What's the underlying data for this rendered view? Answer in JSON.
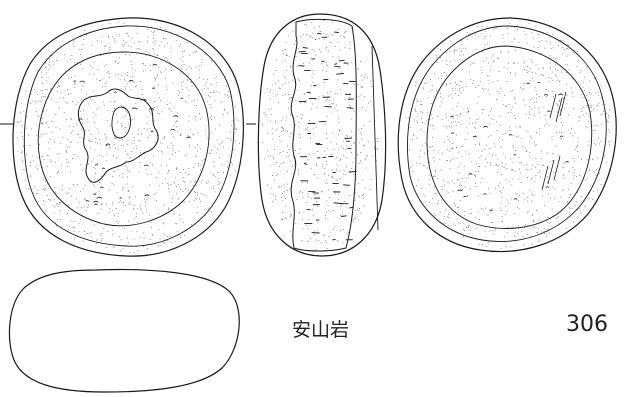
{
  "labels": {
    "material": "安山岩",
    "catalog_number": "306"
  },
  "views": [
    {
      "name": "front-face-view"
    },
    {
      "name": "side-profile-view"
    },
    {
      "name": "back-face-view"
    },
    {
      "name": "cross-section-view"
    }
  ],
  "colors": {
    "line": "#1a1a1a",
    "stipple": "#555555",
    "background": "#ffffff"
  }
}
